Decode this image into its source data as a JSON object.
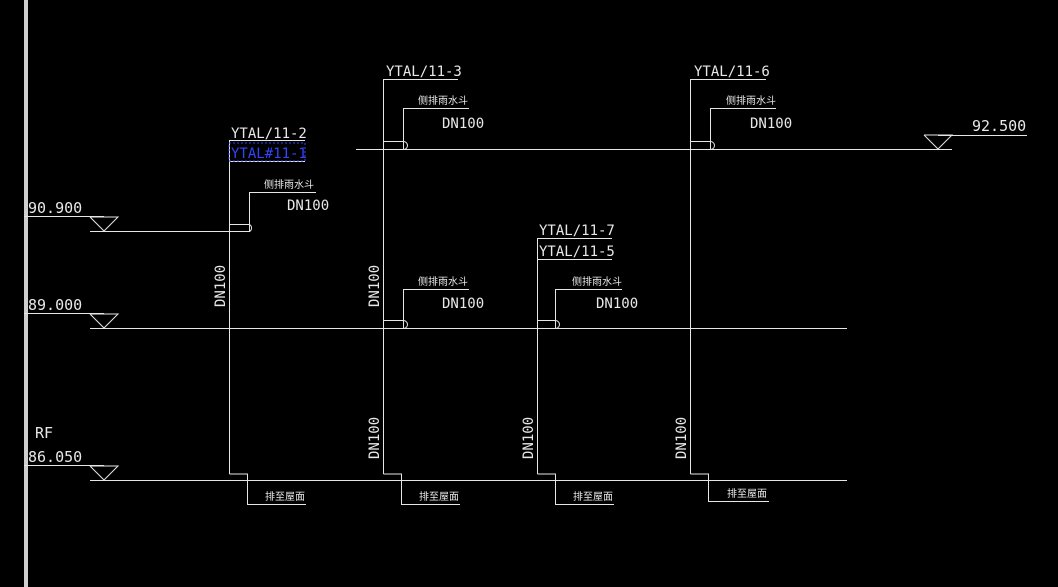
{
  "levels": {
    "top": "92.500",
    "upper": "90.900",
    "middle": "89.000",
    "roof_name": "RF",
    "roof": "86.050"
  },
  "pipe_labels": {
    "ytal_2": "YTAL/11-2",
    "ytal_1": "YTAL#11-1",
    "ytal_3": "YTAL/11-3",
    "ytal_6": "YTAL/11-6",
    "ytal_7": "YTAL/11-7",
    "ytal_5": "YTAL/11-5"
  },
  "size_label": "DN100",
  "drain_label": "侧排雨水斗",
  "outlet_label": "排至屋面",
  "colors": {
    "background": "#000000",
    "lines": "#e6e6e6",
    "selected": "#3344ff"
  }
}
